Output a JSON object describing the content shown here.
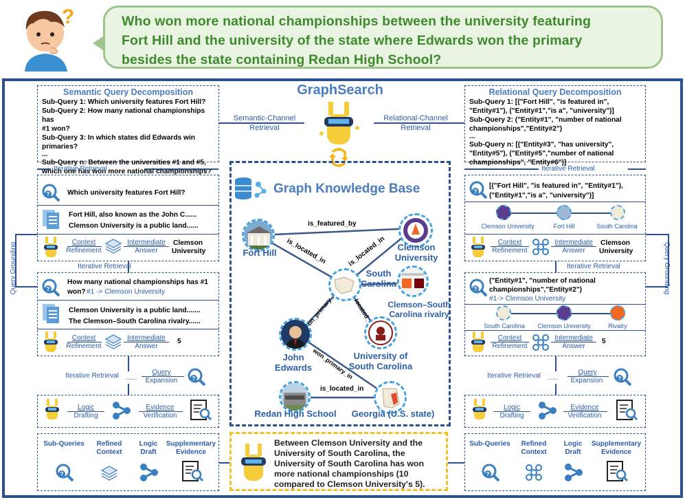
{
  "question": {
    "text_line1": "Who won more national championships between the university featuring",
    "text_line2": "Fort Hill and the university of the state where Edwards won the primary",
    "text_line3": "besides the state containing Redan High School?"
  },
  "center": {
    "graphsearch_title": "GraphSearch",
    "kb_title": "Graph Knowledge Base",
    "semantic_channel": "Semantic-Channel",
    "relational_channel": "Relational-Channel",
    "retrieval": "Retrieval"
  },
  "graph": {
    "nodes": {
      "fort_hill": "Fort Hill",
      "clemson1": "Clemson",
      "clemson2": "University",
      "south1": "South",
      "south2": "Carolina",
      "rivalry1": "Clemson–South",
      "rivalry2": "Carolina rivalry",
      "usc1": "University of",
      "usc2": "South Carolina",
      "edwards1": "John",
      "edwards2": "Edwards",
      "redan": "Redan High School",
      "georgia": "Georgia (U.S. state)"
    },
    "edges": {
      "is_featured_by": "is_featured_by",
      "is_located_in_1": "is_located_in",
      "is_located_in_2": "is_located_in",
      "is_located_in_3": "is_located_in",
      "won_primary_in_1": "won_primary_in",
      "won_primary_in_2": "won_primary_in",
      "is_located_in_4": "is_located_in"
    }
  },
  "left": {
    "title": "Semantic Query Decomposition",
    "lines": [
      "Sub-Query 1: Which university features Fort Hill?",
      "Sub-Query 2: How many national championships has",
      "#1 won?",
      "Sub-Query 3: In which states did Edwards win",
      "primaries?",
      "...",
      "Sub-Query n: Between the universities #1 and #5,",
      "which one has won more national championships?"
    ],
    "iterative_retrieval": "Iterative Retrieval",
    "q1": "Which university features Fort Hill?",
    "doc1_a": "Fort Hill, also known as the John C......",
    "doc1_b": "Clemson University is a public land......",
    "context": "Context",
    "refinement": "Refinement",
    "intermediate": "Intermediate",
    "answer": "Answer",
    "ans1_a": "Clemson",
    "ans1_b": "University",
    "q2_a": "How many national championships has #1",
    "q2_b": "won?",
    "q2_c": "#1 -> Clemson University",
    "doc2_a": "Clemson University is a public land.......",
    "doc2_b": "The Clemson–South Carolina rivalry......",
    "ans2": "5",
    "query_grounding": "Query Grounding",
    "query": "Query",
    "expansion": "Expansion",
    "dots": "......",
    "logic": "Logic",
    "drafting": "Drafting",
    "evidence": "Evidence",
    "verification": "Verification",
    "sub_queries": "Sub-Queries",
    "refined": "Refined",
    "context2": "Context",
    "draft": "Draft",
    "supplementary": "Supplementary",
    "evidence2": "Evidence"
  },
  "right": {
    "title": "Relational Query Decomposition",
    "lines": [
      "Sub-Query 1: [(\"Fort Hill\", \"is featured in\",",
      "\"Entity#1\"), (\"Entity#1\",\"is a\", \"university\")]",
      "Sub-Query 2: (\"Entity#1\", \"number of national",
      "championships\",\"Entity#2\")",
      "...",
      "Sub-Query n: [(\"Entity#3\", \"has university\",",
      "\"Entity#5\"), (\"Entity#5\",\"number of national",
      "championships\", \"Entity#6\")]"
    ],
    "iterative_retrieval": "Iterative Retrieval",
    "q1_a": "[(\"Fort Hill\", \"is featured in\", \"Entity#1\"),",
    "q1_b": "(\"Entity#1\",\"is a\", \"university\")]",
    "e_clemson": "Clemson University",
    "e_forthill": "Fort Hill",
    "e_sc": "South Carolina",
    "ans1_a": "Clemson",
    "ans1_b": "University",
    "q2_a": "(\"Entity#1\", \"number of national",
    "q2_b": "championships\",\"Entity#2\")",
    "q2_c": "#1-> Clemson University",
    "e2_sc": "South Carolina",
    "e2_clemson": "Clemson University",
    "e2_rivalry": "Rivalry",
    "ans2": "5",
    "query_grounding": "Query Grounding",
    "refined": "Refined",
    "context": "Context"
  },
  "final_answer": [
    "Between Clemson University and the",
    "University of South Carolina, the",
    "University of South Carolina has won",
    "more national championships (10",
    "compared to Clemson University's 5)."
  ],
  "colors": {
    "frame": "#2c4f8f",
    "accent_blue": "#4a7cc0",
    "node_blue": "#2d5fa8",
    "question_green": "#3d8a2c",
    "answer_border": "#f3c026"
  }
}
